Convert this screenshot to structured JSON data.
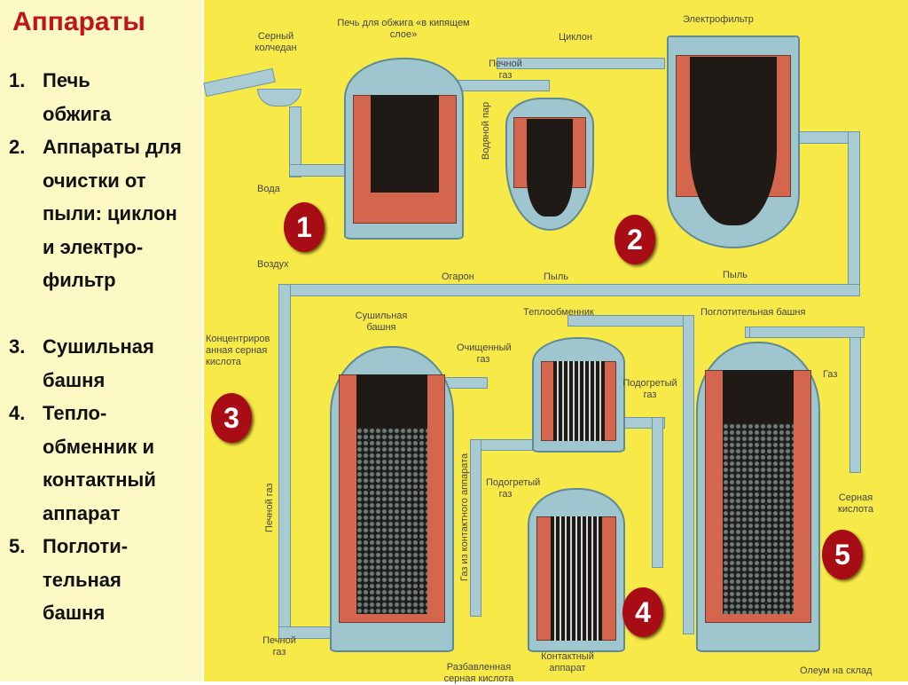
{
  "slide": {
    "title": "Аппараты",
    "items": [
      {
        "num": "1.",
        "text": "Печь обжига"
      },
      {
        "num": "2.",
        "text": "Аппараты для очистки от пыли: циклон и электро-фильтр"
      },
      {
        "num": "3.",
        "text": "Сушильная башня"
      },
      {
        "num": "4.",
        "text": "Тепло-обменник и контактный аппарат"
      },
      {
        "num": "5.",
        "text": "Поглоти-тельная башня"
      }
    ]
  },
  "diagram": {
    "labels": {
      "pyrite": "Серный колчедан",
      "furnace": "Печь для обжига «в кипящем слое»",
      "cyclone": "Циклон",
      "electrofilter": "Электрофильтр",
      "furnace_gas_top": "Печной газ",
      "steam": "Водяной пар",
      "water": "Вода",
      "air": "Воздух",
      "cinder": "Огарон",
      "dust1": "Пыль",
      "dust2": "Пыль",
      "drying_tower": "Сушильная башня",
      "heat_exchanger": "Теплообменник",
      "absorption_tower": "Поглотительная башня",
      "conc_acid": "Концентрированная серная кислота",
      "purified_gas": "Очищенный газ",
      "heated_gas1": "Подогретый газ",
      "gas_out": "Газ",
      "sulfuric_acid": "Серная кислота",
      "furnace_gas_vert": "Печной газ",
      "gas_from_contact": "Газ из контактного аппарата",
      "heated_gas2": "Подогретый газ",
      "furnace_gas_bottom": "Печной газ",
      "diluted_acid": "Разбавленная серная кислота",
      "contact_apparatus": "Контактный аппарат",
      "oleum": "Олеум на склад"
    },
    "badges": [
      "1",
      "2",
      "3",
      "4",
      "5"
    ],
    "colors": {
      "badge": "#a80c14",
      "background": "#f7ea48",
      "title": "#c0141c"
    }
  }
}
